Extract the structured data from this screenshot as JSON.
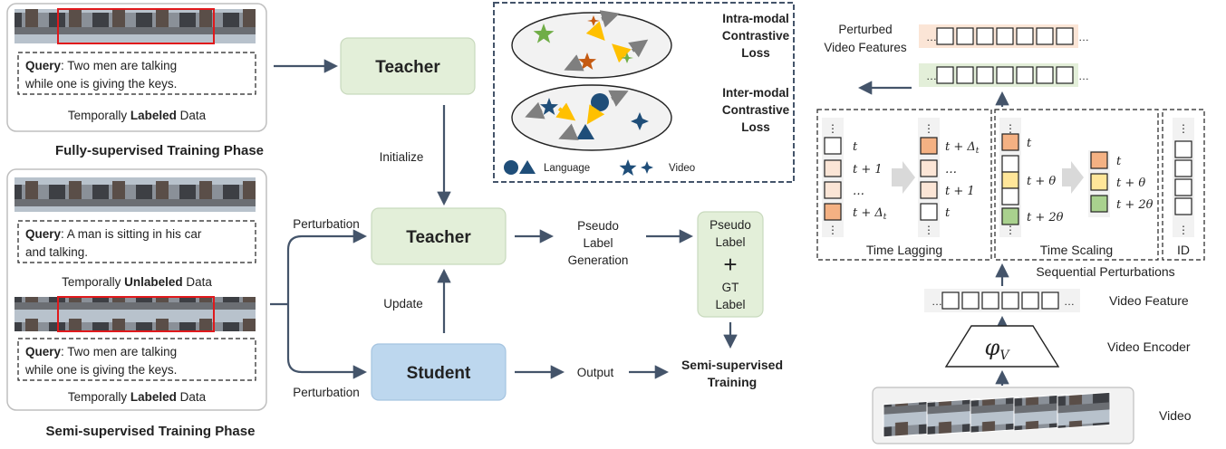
{
  "left": {
    "panel1": {
      "query_label": "Query",
      "query_line1": ": Two men are talking",
      "query_line2": "while one is giving the keys.",
      "caption_pre": "Temporally ",
      "caption_bold": "Labeled",
      "caption_post": " Data"
    },
    "phase1_title": "Fully-supervised Training Phase",
    "panel2": {
      "query_label": "Query",
      "query_line1": ": A man is sitting in his car",
      "query_line2": "and talking.",
      "caption_pre": "Temporally ",
      "caption_bold": "Unlabeled",
      "caption_post": " Data"
    },
    "panel3": {
      "query_label": "Query",
      "query_line1": ": Two men are talking",
      "query_line2": "while one is giving the keys.",
      "caption_pre": "Temporally ",
      "caption_bold": "Labeled",
      "caption_post": " Data"
    },
    "phase2_title": "Semi-supervised Training Phase"
  },
  "middle": {
    "teacher_top": "Teacher",
    "initialize": "Initialize",
    "teacher_mid": "Teacher",
    "student": "Student",
    "update": "Update",
    "perturbation_top": "Perturbation",
    "perturbation_bottom": "Perturbation",
    "pseudo_gen_1": "Pseudo",
    "pseudo_gen_2": "Label",
    "pseudo_gen_3": "Generation",
    "output": "Output",
    "label_box_1": "Pseudo",
    "label_box_2": "Label",
    "label_box_plus": "+",
    "label_box_3": "GT",
    "label_box_4": "Label",
    "semi_1": "Semi-supervised",
    "semi_2": "Training"
  },
  "contrastive": {
    "intra_1": "Intra-modal",
    "intra_2": "Contrastive",
    "intra_3": "Loss",
    "inter_1": "Inter-modal",
    "inter_2": "Contrastive",
    "inter_3": "Loss",
    "legend_language": "Language",
    "legend_video": "Video"
  },
  "right": {
    "perturbed_1": "Perturbed",
    "perturbed_2": "Video Features",
    "time_lagging": "Time Lagging",
    "time_scaling": "Time Scaling",
    "id": "ID",
    "sequential": "Sequential Perturbations",
    "video_feature": "Video Feature",
    "video_encoder": "Video Encoder",
    "encoder_symbol": "φ",
    "encoder_sub": "V",
    "video": "Video",
    "lag_left": [
      "t",
      "t + 1",
      "…",
      "t + Δ"
    ],
    "lag_left_sub": "t",
    "lag_right": [
      "t + Δ",
      "…",
      "t + 1",
      "t"
    ],
    "lag_right_sub": "t",
    "scale_left": [
      "t",
      "t + θ",
      "t + 2θ"
    ],
    "scale_right": [
      "t",
      "t + θ",
      "t + 2θ"
    ],
    "ellipsis": "…",
    "vdots": "⋮"
  },
  "colors": {
    "green_box": "#e3efd9",
    "blue_box": "#bdd7ee",
    "arrow": "#44546a",
    "dashed": "#44546a",
    "orange_cell": "#f4b183",
    "light_orange_cell": "#fbe5d6",
    "yellow_cell": "#ffe699",
    "green_cell": "#a9d18e",
    "navy": "#1f4e79",
    "star_green": "#70ad47",
    "star_orange": "#c55a11",
    "yellow_arrow": "#ffc000",
    "gray_arrow": "#7f7f7f"
  }
}
